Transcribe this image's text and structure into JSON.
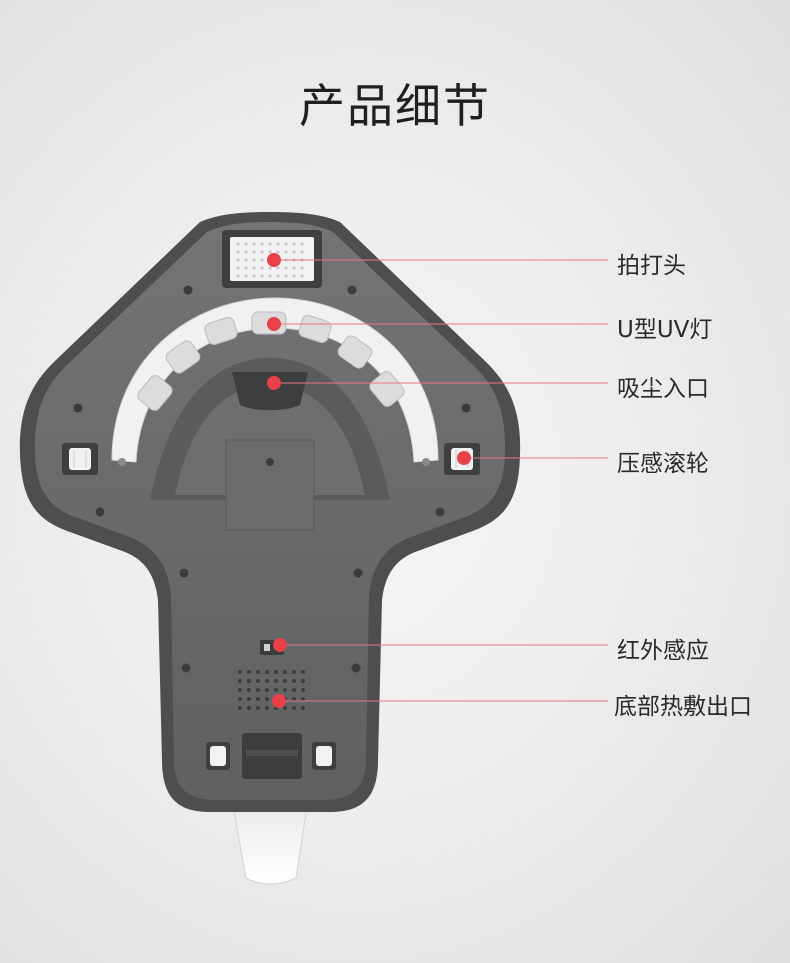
{
  "title": "产品细节",
  "callouts": [
    {
      "label": "拍打头"
    },
    {
      "label": "U型UV灯"
    },
    {
      "label": "吸尘入口"
    },
    {
      "label": "压感滚轮"
    },
    {
      "label": "红外感应"
    },
    {
      "label": "底部热敷出口"
    }
  ],
  "colors": {
    "marker": "#e8414a",
    "body_gray": "#6a6b6d",
    "body_dark": "#4b4c4e",
    "uv_lamp": "#f1f1f1"
  }
}
